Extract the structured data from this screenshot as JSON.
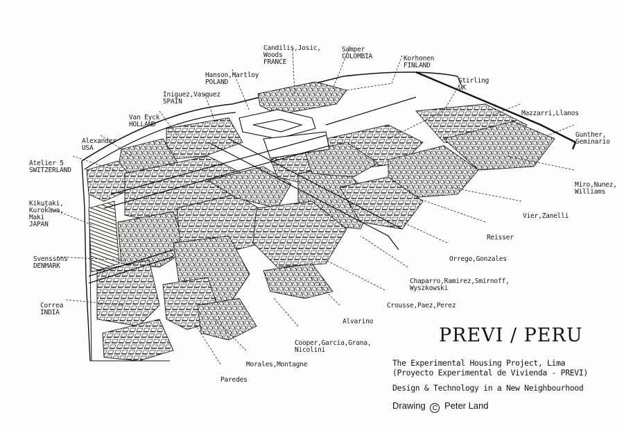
{
  "title": "PREVI / PERU",
  "subtitle_1": "The Experimental Housing Project, Lima",
  "subtitle_2": "(Proyecto Experimental de Vivienda - PREVI)",
  "subtitle_3": "Design & Technology in a New Neighbourhood",
  "credit": {
    "prefix": "Drawing",
    "symbol": "C",
    "author": "Peter Land"
  },
  "labels": {
    "candilis": [
      "Candilis,Josic,",
      "Woods",
      "FRANCE"
    ],
    "samper": [
      "Samper",
      "COLOMBIA"
    ],
    "korhonen": [
      "Korhonen",
      "FINLAND"
    ],
    "hanson": [
      "Hanson,Hartloy",
      "POLAND"
    ],
    "stirling": [
      "Stirling",
      "UK"
    ],
    "iniguez": [
      "Iniguez,Vasquez",
      "SPAIN"
    ],
    "vaneyck": [
      "Van Eyck",
      "HOLLAND"
    ],
    "mazzarri": [
      "Mazzarri,Llanos"
    ],
    "alexander": [
      "Alexander",
      "USA"
    ],
    "gunther": [
      "Gunther,",
      "Seminario"
    ],
    "atelier5": [
      "Atelier 5",
      "SWITZERLAND"
    ],
    "miro": [
      "Miro,Nunez,",
      "Williams"
    ],
    "kikutaki": [
      "Kikutaki,",
      "Kurokawa,",
      "Maki",
      "JAPAN"
    ],
    "vier": [
      "Vier,Zanelli"
    ],
    "reisser": [
      "Reisser"
    ],
    "svenssons": [
      "Svenssons",
      "DENMARK"
    ],
    "orrego": [
      "Orrego,Gonzales"
    ],
    "chaparro": [
      "Chaparro,Ramirez,Smirnoff,",
      "Wyszkowski"
    ],
    "correa": [
      "Correa",
      "INDIA"
    ],
    "crousse": [
      "Crousse,Paez,Perez"
    ],
    "alvarino": [
      "Alvarino"
    ],
    "cooper": [
      "Cooper,Garcia,Grana,",
      "Nicolini"
    ],
    "morales": [
      "Morales,Montagne"
    ],
    "paredes": [
      "Paredes"
    ]
  }
}
